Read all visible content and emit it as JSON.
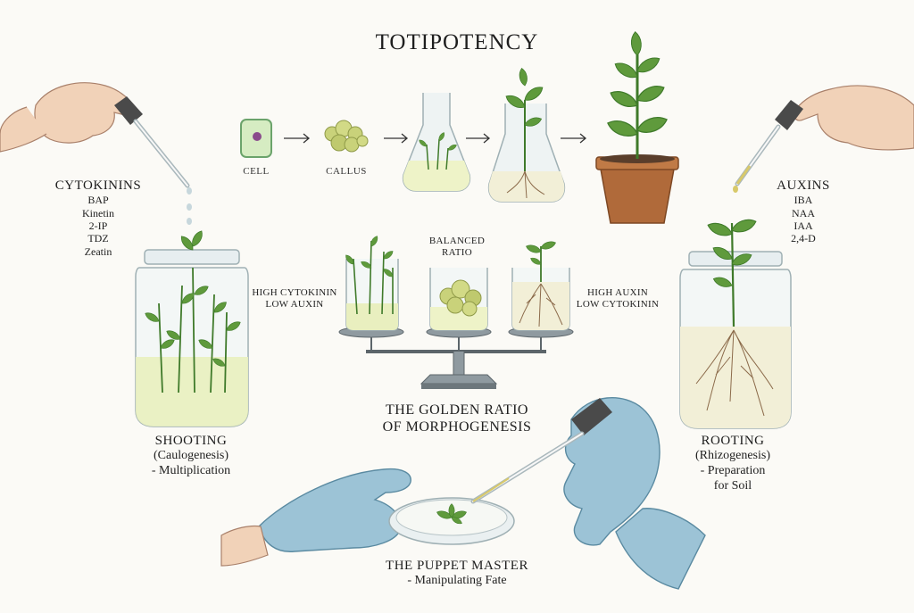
{
  "title": "TOTIPOTENCY",
  "stages": [
    "CELL",
    "CALLUS"
  ],
  "cytokinins": {
    "heading": "CYTOKININS",
    "items": [
      "BAP",
      "Kinetin",
      "2-IP",
      "TDZ",
      "Zeatin"
    ]
  },
  "auxins": {
    "heading": "AUXINS",
    "items": [
      "IBA",
      "NAA",
      "IAA",
      "2,4-D"
    ]
  },
  "ratio": {
    "left": [
      "HIGH CYTOKININ",
      "LOW AUXIN"
    ],
    "middle": [
      "BALANCED",
      "RATIO"
    ],
    "right": [
      "HIGH AUXIN",
      "LOW CYTOKININ"
    ]
  },
  "golden_ratio": [
    "THE GOLDEN RATIO",
    "OF MORPHOGENESIS"
  ],
  "shooting": {
    "heading": "SHOOTING",
    "lines": [
      "(Caulogenesis)",
      "- Multiplication"
    ]
  },
  "rooting": {
    "heading": "ROOTING",
    "lines": [
      "(Rhizogenesis)",
      "- Preparation",
      "for Soil"
    ]
  },
  "puppet_master": {
    "heading": "THE PUPPET MASTER",
    "sub": "- Manipulating Fate"
  },
  "colors": {
    "leaf": "#5f9a3c",
    "leaf_dark": "#3f7a2a",
    "glove": "#9cc3d6",
    "skin": "#f1d2b8",
    "callus": "#c9d27a",
    "medium": "#eef3c8",
    "pot": "#b06a3a",
    "glass": "#cfdde0"
  }
}
